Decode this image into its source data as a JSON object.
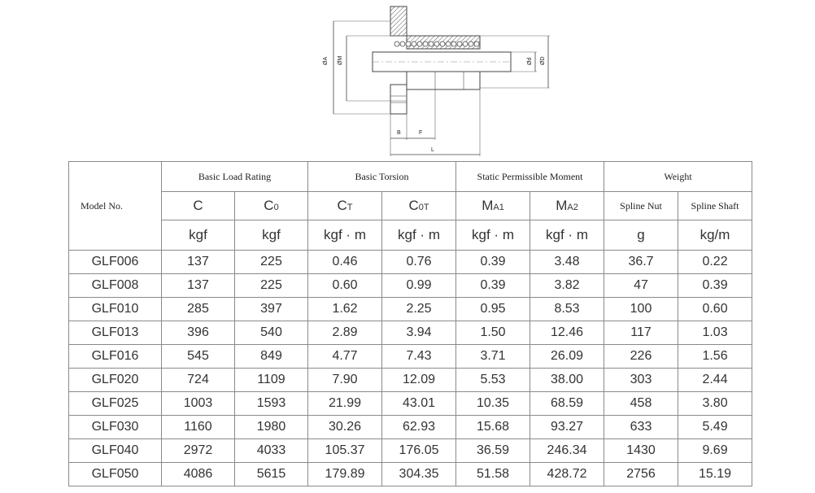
{
  "drawing": {
    "labels": {
      "dim_a": "ØA",
      "dim_m": "ØM",
      "dim_d": "Ød",
      "dim_d_outer": "ØD",
      "dim_b": "B",
      "dim_f": "F",
      "dim_l": "L"
    }
  },
  "table": {
    "model_header": "Model No.",
    "groups": {
      "load": "Basic Load Rating",
      "torsion": "Basic Torsion",
      "moment": "Static Permissible Moment",
      "weight": "Weight"
    },
    "symbols": {
      "c": "C",
      "c0_main": "C",
      "c0_sub": "0",
      "ct_main": "C",
      "ct_sub": "T",
      "c0t_main": "C",
      "c0t_sub": "0T",
      "ma1_main": "M",
      "ma1_sub": "A1",
      "ma2_main": "M",
      "ma2_sub": "A2",
      "spline_nut": "Spline Nut",
      "spline_shaft": "Spline Shaft"
    },
    "units": [
      "kgf",
      "kgf",
      "kgf · m",
      "kgf · m",
      "kgf · m",
      "kgf · m",
      "g",
      "kg/m"
    ],
    "rows": [
      [
        "GLF006",
        "137",
        "225",
        "0.46",
        "0.76",
        "0.39",
        "3.48",
        "36.7",
        "0.22"
      ],
      [
        "GLF008",
        "137",
        "225",
        "0.60",
        "0.99",
        "0.39",
        "3.82",
        "47",
        "0.39"
      ],
      [
        "GLF010",
        "285",
        "397",
        "1.62",
        "2.25",
        "0.95",
        "8.53",
        "100",
        "0.60"
      ],
      [
        "GLF013",
        "396",
        "540",
        "2.89",
        "3.94",
        "1.50",
        "12.46",
        "117",
        "1.03"
      ],
      [
        "GLF016",
        "545",
        "849",
        "4.77",
        "7.43",
        "3.71",
        "26.09",
        "226",
        "1.56"
      ],
      [
        "GLF020",
        "724",
        "1109",
        "7.90",
        "12.09",
        "5.53",
        "38.00",
        "303",
        "2.44"
      ],
      [
        "GLF025",
        "1003",
        "1593",
        "21.99",
        "43.01",
        "10.35",
        "68.59",
        "458",
        "3.80"
      ],
      [
        "GLF030",
        "1160",
        "1980",
        "30.26",
        "62.93",
        "15.68",
        "93.27",
        "633",
        "5.49"
      ],
      [
        "GLF040",
        "2972",
        "4033",
        "105.37",
        "176.05",
        "36.59",
        "246.34",
        "1430",
        "9.69"
      ],
      [
        "GLF050",
        "4086",
        "5615",
        "179.89",
        "304.35",
        "51.58",
        "428.72",
        "2756",
        "15.19"
      ]
    ]
  }
}
